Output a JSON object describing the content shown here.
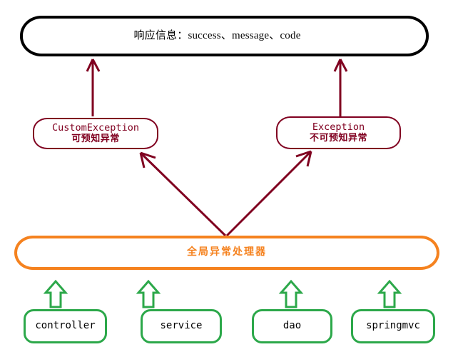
{
  "diagram": {
    "title_text": "响应信息：success、message、code",
    "colors": {
      "response_border": "#000000",
      "exception": "#800020",
      "handler": "#F5821F",
      "layer": "#2CA84A",
      "text": "#000000",
      "background": "#FFFFFF"
    },
    "response": {
      "label": "响应信息：success、message、code"
    },
    "exceptions": [
      {
        "id": "custom-exception",
        "en": "CustomException",
        "cn": "可预知异常"
      },
      {
        "id": "exception",
        "en": "Exception",
        "cn": "不可预知异常"
      }
    ],
    "handler": {
      "label": "全局异常处理器"
    },
    "layers": [
      {
        "id": "controller",
        "label": "controller"
      },
      {
        "id": "service",
        "label": "service"
      },
      {
        "id": "dao",
        "label": "dao"
      },
      {
        "id": "springmvc",
        "label": "springmvc"
      }
    ],
    "edges": [
      {
        "from": "custom-exception",
        "to": "response",
        "style": "line-arrow",
        "color": "#800020"
      },
      {
        "from": "exception",
        "to": "response",
        "style": "line-arrow",
        "color": "#800020"
      },
      {
        "from": "handler",
        "to": "custom-exception",
        "style": "line-arrow",
        "color": "#800020"
      },
      {
        "from": "handler",
        "to": "exception",
        "style": "line-arrow",
        "color": "#800020"
      },
      {
        "from": "controller",
        "to": "handler",
        "style": "block-arrow",
        "color": "#2CA84A"
      },
      {
        "from": "service",
        "to": "handler",
        "style": "block-arrow",
        "color": "#2CA84A"
      },
      {
        "from": "dao",
        "to": "handler",
        "style": "block-arrow",
        "color": "#2CA84A"
      },
      {
        "from": "springmvc",
        "to": "handler",
        "style": "block-arrow",
        "color": "#2CA84A"
      }
    ]
  }
}
